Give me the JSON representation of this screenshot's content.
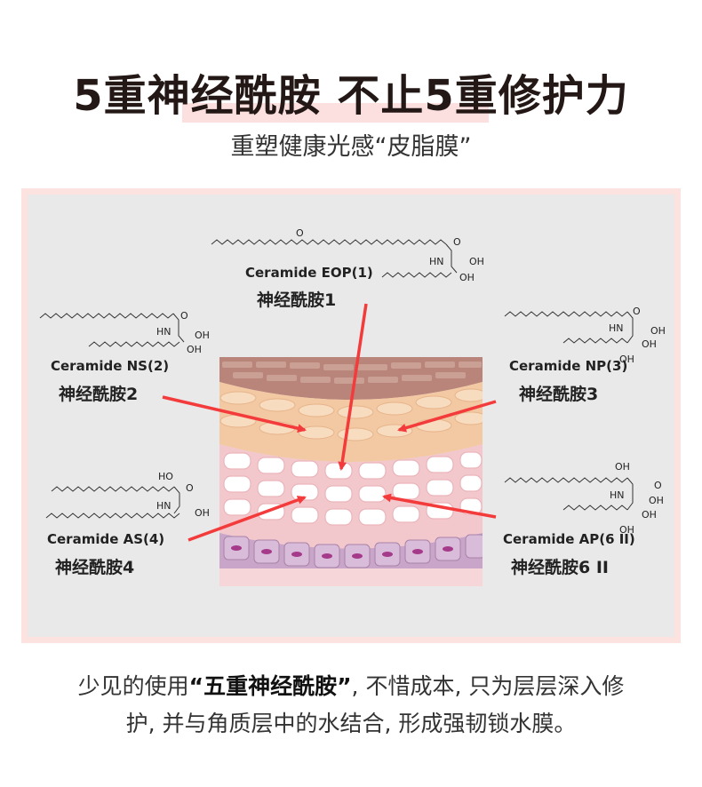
{
  "header": {
    "title": "5重神经酰胺 不止5重修护力",
    "subtitle": "重塑健康光感“皮脂膜”"
  },
  "ceramides": [
    {
      "en": "Ceramide EOP(1)",
      "cn": "神经酰胺1"
    },
    {
      "en": "Ceramide NS(2)",
      "cn": "神经酰胺2"
    },
    {
      "en": "Ceramide NP(3)",
      "cn": "神经酰胺3"
    },
    {
      "en": "Ceramide AS(4)",
      "cn": "神经酰胺4"
    },
    {
      "en": "Ceramide AP(6 II)",
      "cn": "神经酰胺6 II"
    }
  ],
  "chem": {
    "o": "O",
    "hn": "HN",
    "ho": "HO",
    "oh": "OH"
  },
  "footer": {
    "pre": "少见的使用",
    "bold": "“五重神经酰胺”",
    "post": ", 不惜成本, 只为层层深入修",
    "line2": "护, 并与角质层中的水结合, 形成强韧锁水膜。"
  },
  "colors": {
    "accent": "#f43b3b",
    "highlight": "#fbe0df",
    "panel_border": "#fce3df",
    "panel_bg": "#e9e9e9"
  }
}
